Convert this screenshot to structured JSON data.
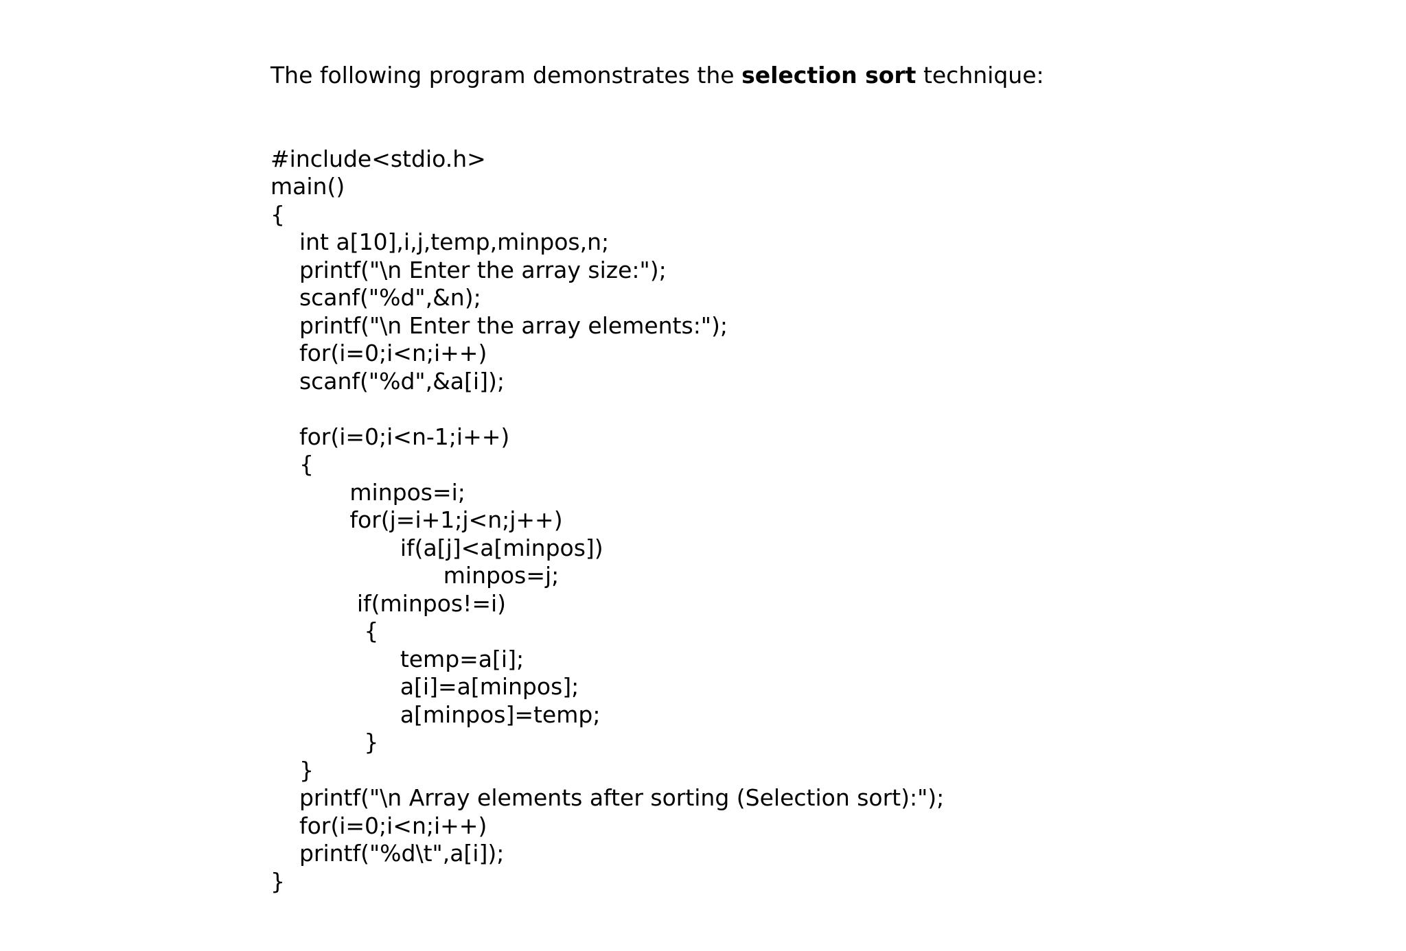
{
  "colors": {
    "background": "#ffffff",
    "text": "#000000"
  },
  "heading": {
    "prefix": "The following program demonstrates the ",
    "bold_text": "selection sort",
    "suffix": " technique:"
  },
  "code": {
    "language": "c",
    "lines": [
      "#include<stdio.h>",
      "main()",
      "{",
      "    int a[10],i,j,temp,minpos,n;",
      "    printf(\"\\n Enter the array size:\");",
      "    scanf(\"%d\",&n);",
      "    printf(\"\\n Enter the array elements:\");",
      "    for(i=0;i<n;i++)",
      "    scanf(\"%d\",&a[i]);",
      " ",
      "    for(i=0;i<n-1;i++)",
      "    {",
      "           minpos=i;",
      "           for(j=i+1;j<n;j++)",
      "                  if(a[j]<a[minpos])",
      "                        minpos=j;",
      "            if(minpos!=i)",
      "             {",
      "                  temp=a[i];",
      "                  a[i]=a[minpos];",
      "                  a[minpos]=temp;",
      "             }",
      "    }",
      "    printf(\"\\n Array elements after sorting (Selection sort):\");",
      "    for(i=0;i<n;i++)",
      "    printf(\"%d\\t\",a[i]);",
      "}"
    ]
  }
}
